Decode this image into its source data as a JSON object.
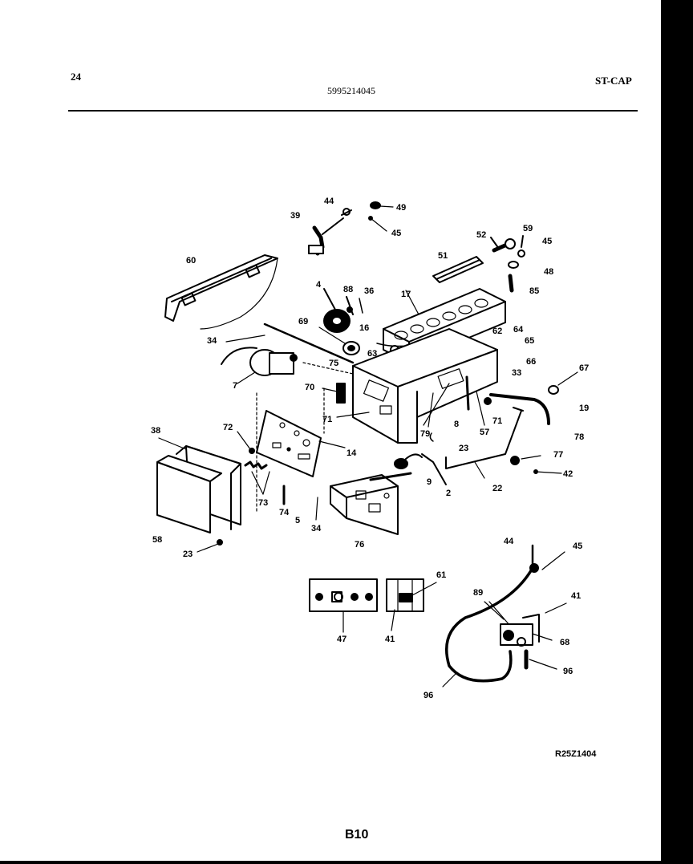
{
  "header": {
    "page_number": "24",
    "part_number": "5995214045",
    "model": "ST-CAP"
  },
  "diagram": {
    "callouts": [
      {
        "id": "c44a",
        "text": "44"
      },
      {
        "id": "c49",
        "text": "49"
      },
      {
        "id": "c39",
        "text": "39"
      },
      {
        "id": "c45a",
        "text": "45"
      },
      {
        "id": "c52",
        "text": "52"
      },
      {
        "id": "c59",
        "text": "59"
      },
      {
        "id": "c45b",
        "text": "45"
      },
      {
        "id": "c51",
        "text": "51"
      },
      {
        "id": "c48",
        "text": "48"
      },
      {
        "id": "c60",
        "text": "60"
      },
      {
        "id": "c85",
        "text": "85"
      },
      {
        "id": "c4",
        "text": "4"
      },
      {
        "id": "c88",
        "text": "88"
      },
      {
        "id": "c36",
        "text": "36"
      },
      {
        "id": "c17",
        "text": "17"
      },
      {
        "id": "c69",
        "text": "69"
      },
      {
        "id": "c16",
        "text": "16"
      },
      {
        "id": "c62",
        "text": "62"
      },
      {
        "id": "c64",
        "text": "64"
      },
      {
        "id": "c65",
        "text": "65"
      },
      {
        "id": "c34a",
        "text": "34"
      },
      {
        "id": "c63",
        "text": "63"
      },
      {
        "id": "c66",
        "text": "66"
      },
      {
        "id": "c75",
        "text": "75"
      },
      {
        "id": "c33",
        "text": "33"
      },
      {
        "id": "c67",
        "text": "67"
      },
      {
        "id": "c7",
        "text": "7"
      },
      {
        "id": "c70",
        "text": "70"
      },
      {
        "id": "c19",
        "text": "19"
      },
      {
        "id": "c71a",
        "text": "71"
      },
      {
        "id": "c71b",
        "text": "71"
      },
      {
        "id": "c8",
        "text": "8"
      },
      {
        "id": "c57",
        "text": "57"
      },
      {
        "id": "c78",
        "text": "78"
      },
      {
        "id": "c38",
        "text": "38"
      },
      {
        "id": "c72",
        "text": "72"
      },
      {
        "id": "c79",
        "text": "79"
      },
      {
        "id": "c23a",
        "text": "23"
      },
      {
        "id": "c14",
        "text": "14"
      },
      {
        "id": "c77",
        "text": "77"
      },
      {
        "id": "c42",
        "text": "42"
      },
      {
        "id": "c9",
        "text": "9"
      },
      {
        "id": "c73",
        "text": "73"
      },
      {
        "id": "c2",
        "text": "2"
      },
      {
        "id": "c22",
        "text": "22"
      },
      {
        "id": "c74",
        "text": "74"
      },
      {
        "id": "c5",
        "text": "5"
      },
      {
        "id": "c34b",
        "text": "34"
      },
      {
        "id": "c58",
        "text": "58"
      },
      {
        "id": "c76",
        "text": "76"
      },
      {
        "id": "c23b",
        "text": "23"
      },
      {
        "id": "c44b",
        "text": "44"
      },
      {
        "id": "c45c",
        "text": "45"
      },
      {
        "id": "c61",
        "text": "61"
      },
      {
        "id": "c41a",
        "text": "41"
      },
      {
        "id": "c89",
        "text": "89"
      },
      {
        "id": "c47",
        "text": "47"
      },
      {
        "id": "c41b",
        "text": "41"
      },
      {
        "id": "c68",
        "text": "68"
      },
      {
        "id": "c96a",
        "text": "96"
      },
      {
        "id": "c96b",
        "text": "96"
      }
    ]
  },
  "footer": {
    "drawing_code": "R25Z1404",
    "page_label": "B10"
  }
}
